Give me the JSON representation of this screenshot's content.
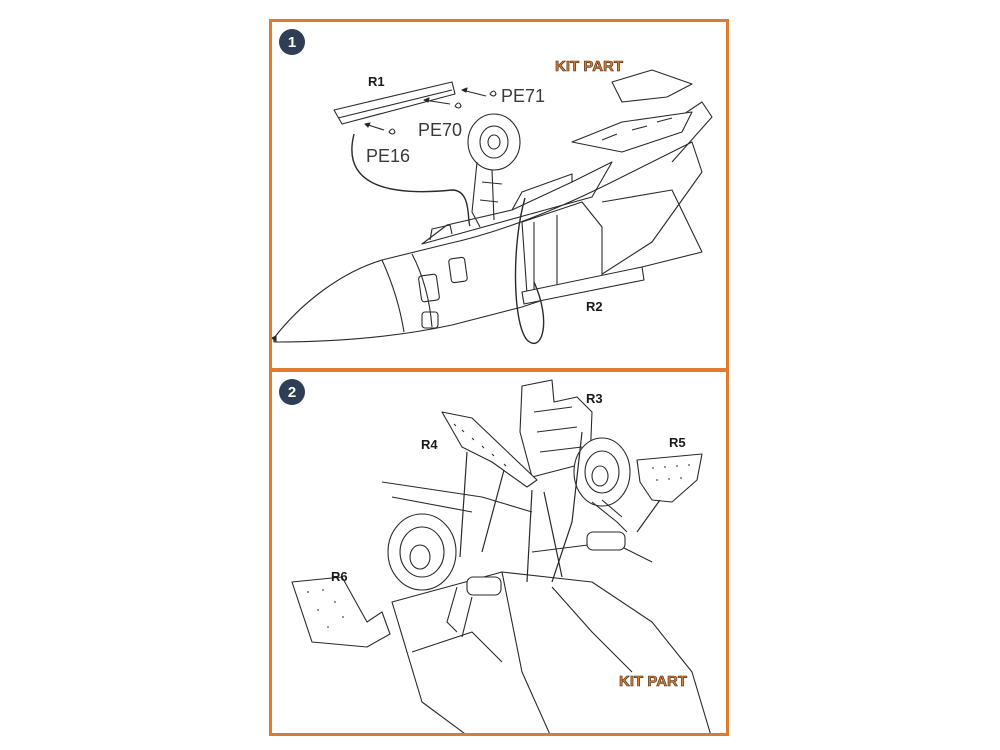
{
  "steps": [
    {
      "number": "1",
      "labels": {
        "r1": "R1",
        "r2": "R2",
        "pe71": "PE71",
        "pe70": "PE70",
        "pe16": "PE16",
        "kit": "KIT PART"
      }
    },
    {
      "number": "2",
      "labels": {
        "r3": "R3",
        "r4": "R4",
        "r5": "R5",
        "r6": "R6",
        "kit": "KIT PART"
      }
    }
  ],
  "colors": {
    "frame": "#e07a2f",
    "badge": "#2e3f55",
    "kit_text": "#e07a2f"
  }
}
